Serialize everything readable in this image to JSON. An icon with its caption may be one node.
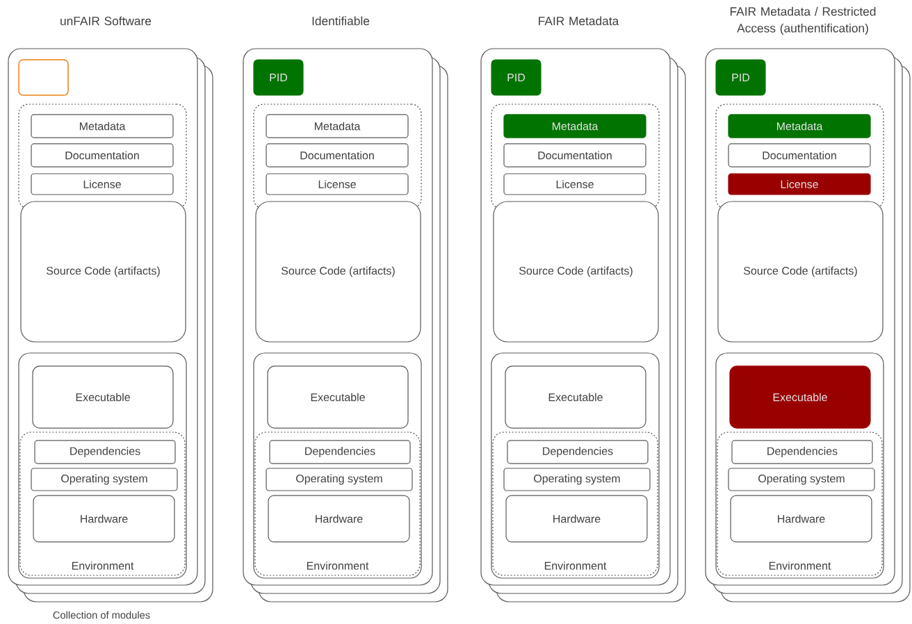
{
  "diagram": {
    "nodes": [
      {
        "text": [
          "unFAIR Software"
        ],
        "beside": [
          "Collection of modules"
        ]
      },
      {
        "text": [],
        "shape": "box",
        "in": 0
      },
      {
        "text": [],
        "shape": "box",
        "in": 0
      },
      {
        "text": [
          "Metadata"
        ],
        "in": 2
      },
      {
        "text": [
          "Documentation"
        ],
        "in": 2
      },
      {
        "text": [
          "License"
        ],
        "in": 2
      },
      {
        "text": [
          "Source Code (artifacts)"
        ],
        "in": 0
      },
      {
        "text": [],
        "shape": "box",
        "in": 0
      },
      {
        "text": [
          "Executable"
        ],
        "in": 7
      },
      {
        "text": [
          "Environment"
        ],
        "in": 7
      },
      {
        "text": [
          "Dependencies"
        ],
        "in": 9
      },
      {
        "text": [
          "Operating system"
        ],
        "in": 9
      },
      {
        "text": [
          "Hardware"
        ],
        "in": 9
      },
      {
        "text": [
          "Identifiable"
        ]
      },
      {
        "text": [
          "PID"
        ],
        "in": 13
      },
      {
        "text": [],
        "shape": "box",
        "in": 13
      },
      {
        "text": [
          "Metadata"
        ],
        "in": 15
      },
      {
        "text": [
          "Documentation"
        ],
        "in": 15
      },
      {
        "text": [
          "License"
        ],
        "in": 15
      },
      {
        "text": [
          "Source Code (artifacts)"
        ],
        "in": 13
      },
      {
        "text": [],
        "shape": "box",
        "in": 13
      },
      {
        "text": [
          "Executable"
        ],
        "in": 20
      },
      {
        "text": [
          "Environment"
        ],
        "in": 20
      },
      {
        "text": [
          "Dependencies"
        ],
        "in": 22
      },
      {
        "text": [
          "Operating system"
        ],
        "in": 22
      },
      {
        "text": [
          "Hardware"
        ],
        "in": 22
      },
      {
        "text": [
          "FAIR Metadata"
        ]
      },
      {
        "text": [
          "PID"
        ],
        "in": 26
      },
      {
        "text": [],
        "shape": "box",
        "in": 26
      },
      {
        "text": [
          "Metadata"
        ],
        "in": 28
      },
      {
        "text": [
          "Documentation"
        ],
        "in": 28
      },
      {
        "text": [
          "License"
        ],
        "in": 28
      },
      {
        "text": [
          "Source Code (artifacts)"
        ],
        "in": 26
      },
      {
        "text": [],
        "shape": "box",
        "in": 26
      },
      {
        "text": [
          "Executable"
        ],
        "in": 33
      },
      {
        "text": [
          "Environment"
        ],
        "in": 33
      },
      {
        "text": [
          "Dependencies"
        ],
        "in": 35
      },
      {
        "text": [
          "Operating system"
        ],
        "in": 35
      },
      {
        "text": [
          "Hardware"
        ],
        "in": 35
      },
      {
        "text": [
          "FAIR Metadata / Restricted Access (authentification)"
        ]
      },
      {
        "text": [
          "PID"
        ],
        "in": 39
      },
      {
        "text": [],
        "shape": "box",
        "in": 39
      },
      {
        "text": [
          "Metadata"
        ],
        "in": 41
      },
      {
        "text": [
          "Documentation"
        ],
        "in": 41
      },
      {
        "text": [
          "License"
        ],
        "in": 41
      },
      {
        "text": [
          "Source Code (artifacts)"
        ],
        "in": 39
      },
      {
        "text": [],
        "shape": "box",
        "in": 39
      },
      {
        "text": [
          "Executable"
        ],
        "in": 46
      },
      {
        "text": [
          "Environment"
        ],
        "in": 46
      },
      {
        "text": [
          "Dependencies"
        ],
        "in": 48
      },
      {
        "text": [
          "Operating system"
        ],
        "in": 48
      },
      {
        "text": [
          "Hardware"
        ],
        "in": 48
      }
    ]
  }
}
